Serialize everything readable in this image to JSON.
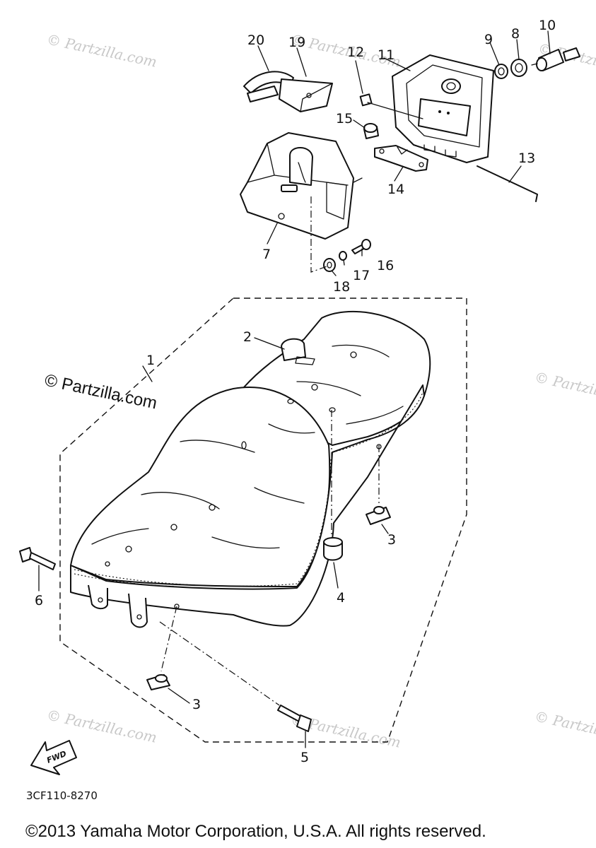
{
  "callouts": {
    "c1": "1",
    "c2": "2",
    "c3a": "3",
    "c3b": "3",
    "c4": "4",
    "c5": "5",
    "c6": "6",
    "c7": "7",
    "c8": "8",
    "c9": "9",
    "c10": "10",
    "c11": "11",
    "c12": "12",
    "c13": "13",
    "c14": "14",
    "c15": "15",
    "c16": "16",
    "c17": "17",
    "c18": "18",
    "c19": "19",
    "c20": "20"
  },
  "watermark": {
    "text": "© Partzilla.com"
  },
  "fwd_label": "FWD",
  "diagram_code": "3CF110-8270",
  "copyright": "©2013 Yamaha Motor Corporation, U.S.A. All rights reserved."
}
